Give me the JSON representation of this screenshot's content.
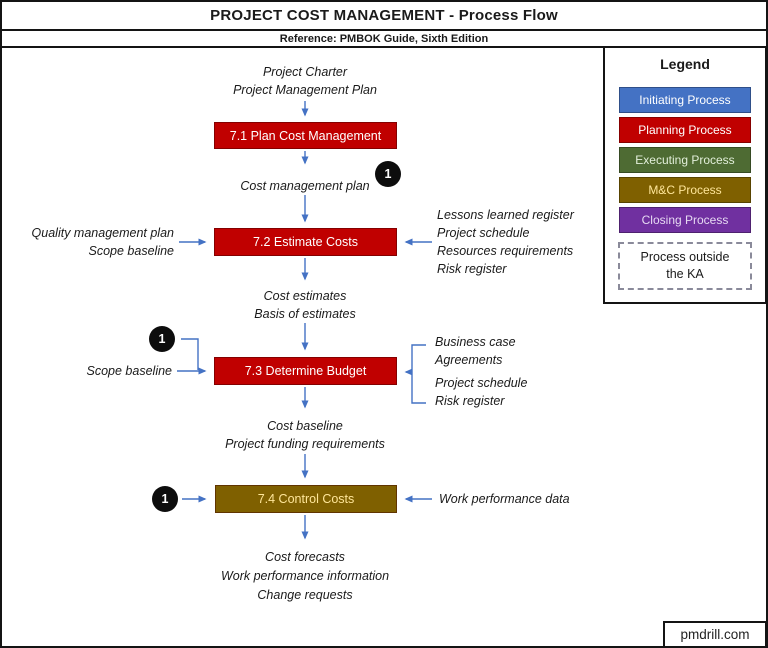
{
  "header": {
    "title": "PROJECT COST MANAGEMENT - Process Flow",
    "subtitle": "Reference: PMBOK Guide, Sixth Edition"
  },
  "legend": {
    "title": "Legend",
    "items": [
      {
        "label": "Initiating Process",
        "color": "#4472C4",
        "text_color": "#FFFFFF"
      },
      {
        "label": "Planning Process",
        "color": "#C00000",
        "text_color": "#FFFFFF"
      },
      {
        "label": "Executing Process",
        "color": "#4E6B33",
        "text_color": "#E2EFDA"
      },
      {
        "label": "M&C Process",
        "color": "#7F6000",
        "text_color": "#FFE699"
      },
      {
        "label": "Closing Process",
        "color": "#7030A0",
        "text_color": "#E6D9F2"
      }
    ],
    "outside_item": {
      "line1": "Process outside",
      "line2": "the KA"
    }
  },
  "flow": {
    "start_inputs": {
      "line1": "Project Charter",
      "line2": "Project Management Plan"
    },
    "process_71": {
      "label": "7.1 Plan Cost Management",
      "color": "#C00000",
      "text_color": "#FFFFFF"
    },
    "output_71": "Cost management plan",
    "badge_1": "1",
    "process_72": {
      "label": "7.2 Estimate Costs",
      "color": "#C00000",
      "text_color": "#FFFFFF"
    },
    "inputs_72_left": {
      "line1": "Quality management plan",
      "line2": "Scope baseline"
    },
    "inputs_72_right": {
      "line1": "Lessons learned register",
      "line2": "Project schedule",
      "line3": "Resources requirements",
      "line4": "Risk register"
    },
    "outputs_72": {
      "line1": "Cost estimates",
      "line2": "Basis of estimates"
    },
    "process_73": {
      "label": "7.3 Determine Budget",
      "color": "#C00000",
      "text_color": "#FFFFFF"
    },
    "input_73_left": "Scope baseline",
    "inputs_73_right_top": {
      "line1": "Business case",
      "line2": "Agreements"
    },
    "inputs_73_right_bottom": {
      "line1": "Project schedule",
      "line2": "Risk register"
    },
    "outputs_73": {
      "line1": "Cost baseline",
      "line2": "Project funding requirements"
    },
    "process_74": {
      "label": "7.4 Control Costs",
      "color": "#7F6000",
      "text_color": "#FFE699"
    },
    "input_74_right": "Work performance data",
    "outputs_74": {
      "line1": "Cost forecasts",
      "line2": "Work performance information",
      "line3": "Change requests"
    }
  },
  "footer": {
    "watermark": "pmdrill.com"
  },
  "colors": {
    "arrow": "#4472C4",
    "frame": "#141414",
    "badge_bg": "#0D0D0D",
    "badge_text": "#FFFFFF"
  }
}
